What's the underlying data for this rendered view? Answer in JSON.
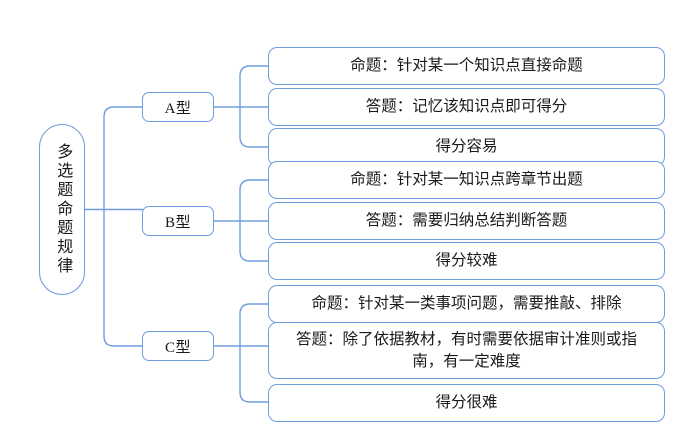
{
  "diagram": {
    "type": "mind-map",
    "orientation": "left-to-right",
    "background_color": "#ffffff",
    "border_color": "#6f9de0",
    "connector_color": "#6f9de0",
    "text_color": "#1a1a1a",
    "root": {
      "label": "多选题命题规律",
      "orientation": "vertical"
    },
    "branches": [
      {
        "label": "A型",
        "children": [
          {
            "label": "命题：针对某一个知识点直接命题",
            "lines": 1
          },
          {
            "label": "答题：记忆该知识点即可得分",
            "lines": 1
          },
          {
            "label": "得分容易",
            "lines": 1
          }
        ]
      },
      {
        "label": "B型",
        "children": [
          {
            "label": "命题：针对某一知识点跨章节出题",
            "lines": 1
          },
          {
            "label": "答题：需要归纳总结判断答题",
            "lines": 1
          },
          {
            "label": "得分较难",
            "lines": 1
          }
        ]
      },
      {
        "label": "C型",
        "children": [
          {
            "label": "命题：针对某一类事项问题，需要推敲、排除",
            "lines": 1
          },
          {
            "label": "答题：除了依据教材，有时需要依据审计准则或指南，有一定难度",
            "lines": 2
          },
          {
            "label": "得分很难",
            "lines": 1
          }
        ]
      }
    ]
  }
}
